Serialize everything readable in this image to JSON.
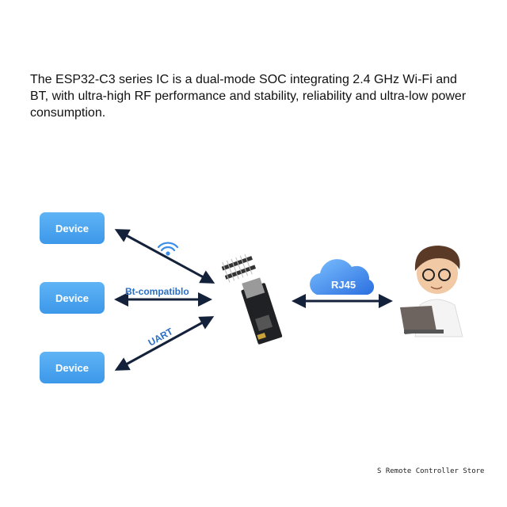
{
  "description": "The ESP32-C3 series IC is a dual-mode SOC integrating 2.4 GHz Wi-Fi and BT, with ultra-high RF performance and stability, reliability and ultra-low power consumption.",
  "devices": [
    {
      "label": "Device"
    },
    {
      "label": "Device"
    },
    {
      "label": "Device"
    }
  ],
  "links": {
    "wifi_icon": "wifi-icon",
    "bt_label": "Bt-compatiblo",
    "uart_label": "UART",
    "rj45_label": "RJ45"
  },
  "footer": "S Remote Controller Store",
  "colors": {
    "device_blue": "#4aa6f0",
    "arrow": "#14213a",
    "label_blue": "#2a6fc4"
  }
}
